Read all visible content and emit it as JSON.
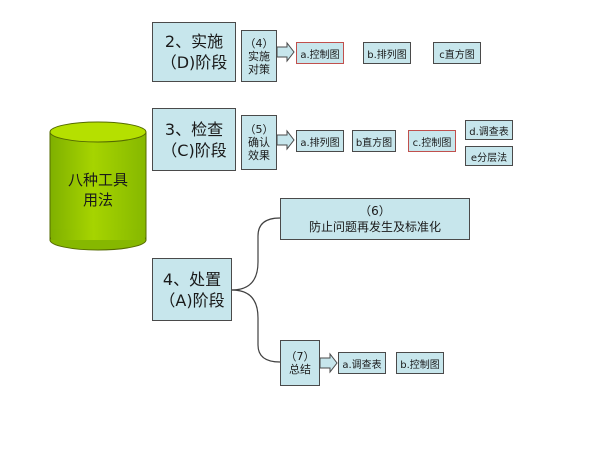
{
  "cylinder": {
    "label_line1": "八种工具",
    "label_line2": "用法"
  },
  "phases": {
    "d": {
      "line1": "2、实施",
      "line2": "（D)阶段"
    },
    "c": {
      "line1": "3、检查",
      "line2": "（C)阶段"
    },
    "a": {
      "line1": "4、处置",
      "line2": "（A)阶段"
    }
  },
  "steps": {
    "s4": {
      "num": "（4）",
      "line1": "实施",
      "line2": "对策"
    },
    "s5": {
      "num": "（5）",
      "line1": "确认",
      "line2": "效果"
    },
    "s6": {
      "num": "（6）",
      "line1": "防止问题再发生及标准化"
    },
    "s7": {
      "num": "（7）",
      "line1": "总结"
    }
  },
  "tools": {
    "d": [
      "a.控制图",
      "b.排列图",
      "c直方图"
    ],
    "c": [
      "a.排列图",
      "b直方图",
      "c.控制图"
    ],
    "c_side": [
      "d.调查表",
      "e分层法"
    ],
    "a7": [
      "a.调查表",
      "b.控制图"
    ]
  },
  "colors": {
    "box_fill": "#c7e6ec",
    "cylinder_fill": "#99cc00",
    "red_border": "#c0504d",
    "line": "#404040"
  }
}
